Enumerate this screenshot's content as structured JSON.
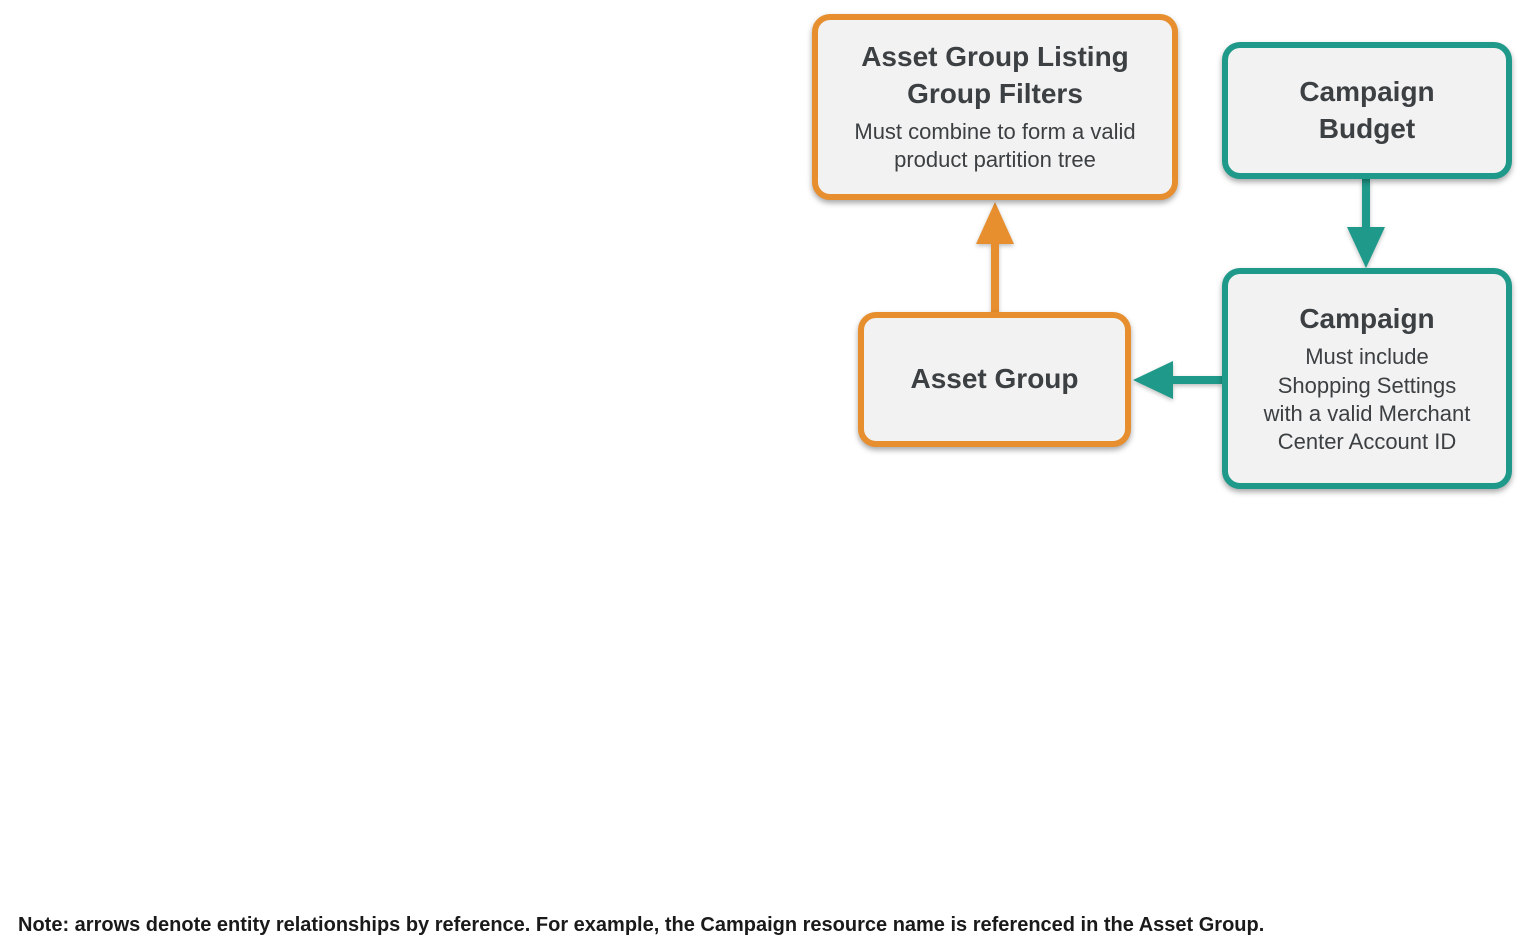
{
  "colors": {
    "orange": "#E78E2E",
    "teal": "#1F9A8A",
    "box_fill": "#F2F2F2",
    "text": "#3C4043",
    "note_text": "#1A1A1A"
  },
  "nodes": {
    "listing_group_filters": {
      "title": "Asset Group Listing\nGroup Filters",
      "subtitle": "Must combine to form a valid\nproduct partition tree"
    },
    "campaign_budget": {
      "title": "Campaign\nBudget"
    },
    "asset_group": {
      "title": "Asset Group"
    },
    "campaign": {
      "title": "Campaign",
      "subtitle": "Must include\nShopping Settings\nwith a valid Merchant\nCenter Account ID"
    }
  },
  "note": "Note: arrows denote entity relationships by reference. For example, the Campaign resource name is referenced in the Asset Group."
}
